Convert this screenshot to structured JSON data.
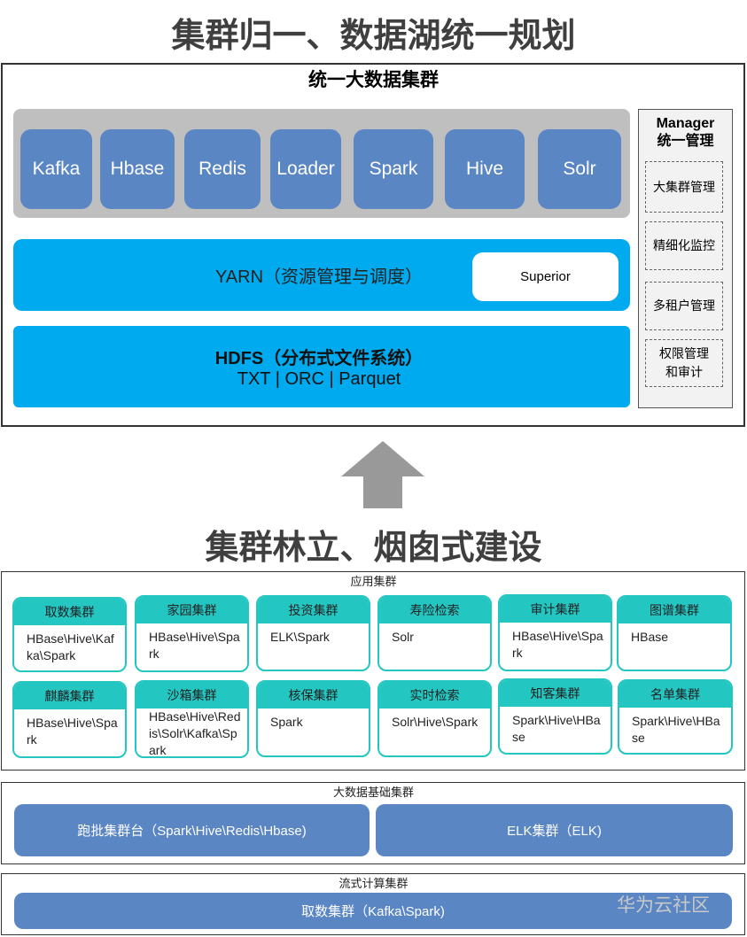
{
  "titles": {
    "main": "集群归一、数据湖统一规划",
    "sub": "集群林立、烟囱式建设"
  },
  "unified_cluster": {
    "title": "统一大数据集群",
    "components": [
      "Kafka",
      "Hbase",
      "Redis",
      "Loader",
      "Spark",
      "Hive",
      "Solr"
    ],
    "yarn": "YARN（资源管理与调度）",
    "superior": "Superior",
    "hdfs_title": "HDFS（分布式文件系统）",
    "hdfs_formats": "TXT | ORC | Parquet",
    "manager": {
      "title": "Manager",
      "subtitle": "统一管理",
      "items": [
        "大集群管理",
        "精细化监控",
        "多租户管理",
        "权限管理\n和审计"
      ]
    }
  },
  "app_clusters": {
    "title": "应用集群",
    "cards": [
      {
        "name": "取数集群",
        "content": "HBase\\Hive\\Kafka\\Spark"
      },
      {
        "name": "家园集群",
        "content": "HBase\\Hive\\Spark"
      },
      {
        "name": "投资集群",
        "content": "ELK\\Spark"
      },
      {
        "name": "寿险检索",
        "content": "Solr"
      },
      {
        "name": "审计集群",
        "content": "HBase\\Hive\\Spark"
      },
      {
        "name": "图谱集群",
        "content": "HBase"
      },
      {
        "name": "麒麟集群",
        "content": "HBase\\Hive\\Spark"
      },
      {
        "name": "沙箱集群",
        "content": "HBase\\Hive\\Redis\\Solr\\Kafka\\Spark"
      },
      {
        "name": "核保集群",
        "content": "Spark"
      },
      {
        "name": "实时检索",
        "content": "Solr\\Hive\\Spark"
      },
      {
        "name": "知客集群",
        "content": "Spark\\Hive\\HBase"
      },
      {
        "name": "名单集群",
        "content": "Spark\\Hive\\HBase"
      }
    ]
  },
  "base_clusters": {
    "title": "大数据基础集群",
    "items": [
      "跑批集群台（Spark\\Hive\\Redis\\Hbase)",
      "ELK集群（ELK)"
    ]
  },
  "stream_clusters": {
    "title": "流式计算集群",
    "items": [
      "取数集群（Kafka\\Spark)"
    ]
  },
  "watermark": "华为云社区"
}
